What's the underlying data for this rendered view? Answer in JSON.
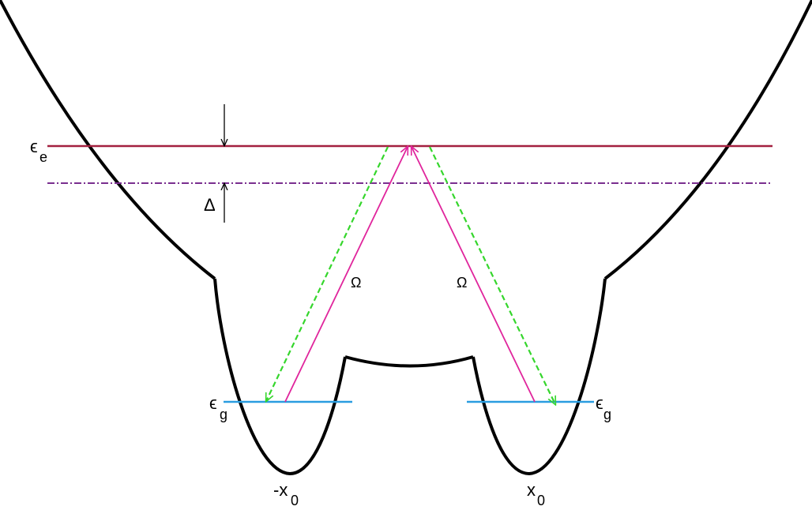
{
  "labels": {
    "eps_e": "ϵ",
    "eps_e_sub": "e",
    "eps_g_left": "ϵ",
    "eps_g_left_sub": "g",
    "eps_g_right": "ϵ",
    "eps_g_right_sub": "g",
    "delta": "Δ",
    "omega_left": "Ω",
    "omega_right": "Ω",
    "minus_x0": "-x",
    "minus_x0_sub": "0",
    "x0": "x",
    "x0_sub": "0"
  },
  "colors": {
    "potential": "#000000",
    "excited_level": "#a3203f",
    "detuned_level": "#7a2f8f",
    "ground_level": "#2a9de0",
    "pump_arrow": "#e0259c",
    "decay_arrow": "#35d62c",
    "annotation": "#000000"
  }
}
